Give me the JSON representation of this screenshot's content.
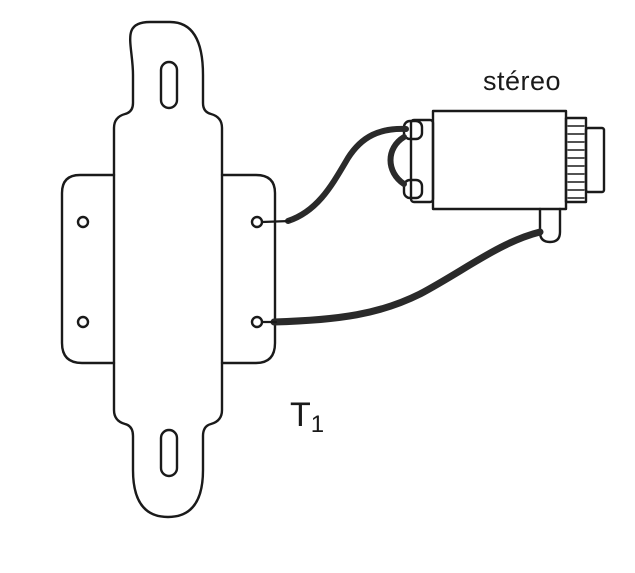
{
  "labels": {
    "jack": "stéreo",
    "transformer_main": "T",
    "transformer_sub": "1"
  },
  "colors": {
    "line": "#1a1a1a",
    "background": "#ffffff",
    "wire": "#2a2a2a"
  },
  "components": [
    {
      "name": "transformer",
      "label": "T1",
      "icon": "transformer-outline-icon"
    },
    {
      "name": "stereo-jack",
      "label": "stéreo",
      "icon": "stereo-jack-icon"
    }
  ]
}
